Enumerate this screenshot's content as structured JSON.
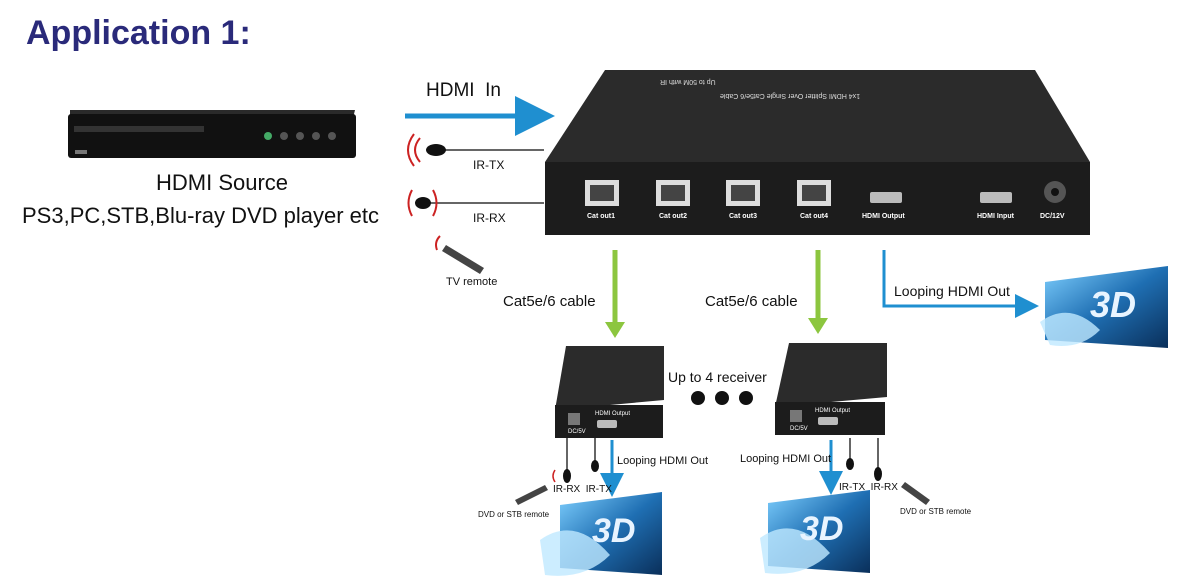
{
  "title": "Application 1:",
  "source": {
    "label": "HDMI Source",
    "devices": "PS3,PC,STB,Blu-ray DVD player etc"
  },
  "splitter": {
    "top_label_line1": "1x4 HDMI Splitter Over Single Cat5e/6 Cable",
    "top_label_line2": "Up to 50M with IR",
    "ports": [
      "Cat out1",
      "Cat out2",
      "Cat out3",
      "Cat out4",
      "HDMI Output",
      "HDMI Input",
      "DC/12V"
    ]
  },
  "labels": {
    "hdmi_in": "HDMI  In",
    "ir_tx": "IR-TX",
    "ir_rx": "IR-RX",
    "tv_remote": "TV remote",
    "cable_left": "Cat5e/6 cable",
    "cable_right": "Cat5e/6 cable",
    "looping_main": "Looping HDMI Out",
    "up_to": "Up to 4 receiver",
    "looping_left": "Looping HDMI Out",
    "looping_right": "Looping HDMI Out",
    "ir_pair_left": "IR-RX  IR-TX",
    "ir_pair_right": "IR-TX  IR-RX",
    "remote_left": "DVD or STB remote",
    "remote_right": "DVD or STB remote"
  },
  "receiver": {
    "dc": "DC/5V",
    "hdmi_out": "HDMI Output"
  },
  "tv_badge": "3D",
  "colors": {
    "title": "#2a2a7a",
    "blue_arrow": "#1f8fd0",
    "green_arrow": "#8cc63f",
    "device": "#1a1a1a"
  }
}
